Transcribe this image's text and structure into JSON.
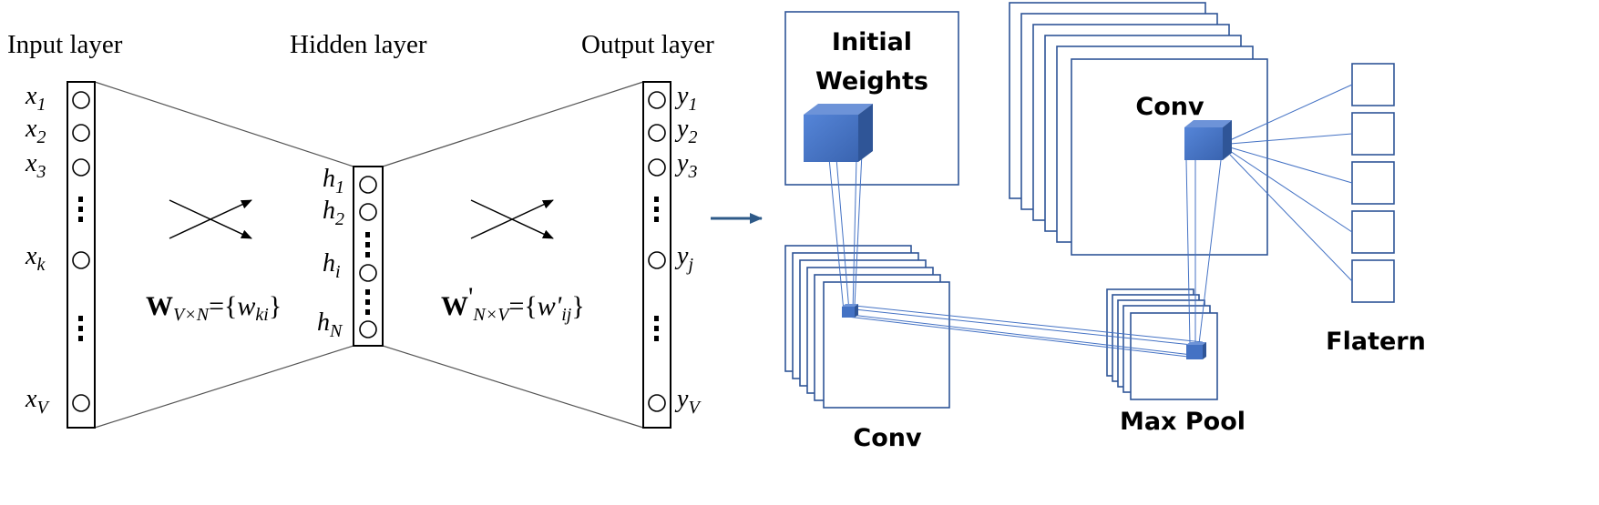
{
  "left_diagram": {
    "input_header": "Input layer",
    "hidden_header": "Hidden layer",
    "output_header": "Output layer",
    "input_nodes": [
      {
        "base": "x",
        "sub": "1"
      },
      {
        "base": "x",
        "sub": "2"
      },
      {
        "base": "x",
        "sub": "3"
      },
      {
        "base": "x",
        "sub": "k"
      },
      {
        "base": "x",
        "sub": "V"
      }
    ],
    "hidden_nodes": [
      {
        "base": "h",
        "sub": "1"
      },
      {
        "base": "h",
        "sub": "2"
      },
      {
        "base": "h",
        "sub": "i"
      },
      {
        "base": "h",
        "sub": "N"
      }
    ],
    "output_nodes": [
      {
        "base": "y",
        "sub": "1"
      },
      {
        "base": "y",
        "sub": "2"
      },
      {
        "base": "y",
        "sub": "3"
      },
      {
        "base": "y",
        "sub": "j"
      },
      {
        "base": "y",
        "sub": "V"
      }
    ],
    "formula_left": {
      "bold": "W",
      "sub": "V×N",
      "eq": "={",
      "var": "w",
      "var_sub": "ki",
      "close": "}"
    },
    "formula_right": {
      "bold": "W",
      "prime": "'",
      "sub": "N×V",
      "eq": "={",
      "var": "w'",
      "var_sub": "ij",
      "close": "}"
    }
  },
  "right_diagram": {
    "initial_weights_line1": "Initial",
    "initial_weights_line2": "Weights",
    "conv_top": "Conv",
    "conv_bottom": "Conv",
    "max_pool": "Max Pool",
    "flatten": "Flatern"
  },
  "colors": {
    "cube_fill": "#4472c4",
    "line_blue": "#4472c4",
    "frame_blue": "#2f5597"
  }
}
